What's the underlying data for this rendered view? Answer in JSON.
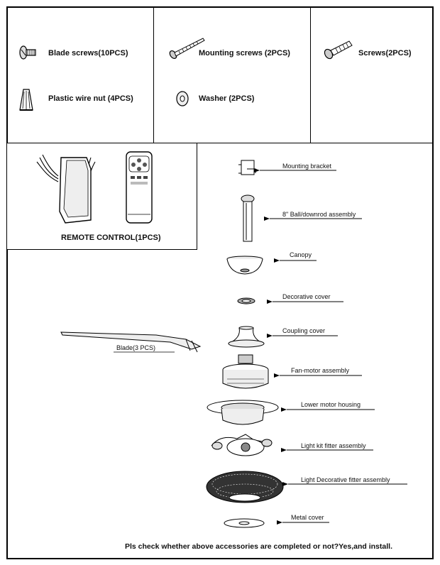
{
  "accessories": {
    "blade_screws": "Blade screws(10PCS)",
    "mounting_screws": "Mounting screws (2PCS)",
    "screws": "Screws(2PCS)",
    "wire_nut": "Plastic wire nut (4PCS)",
    "washer": "Washer (2PCS)",
    "remote": "REMOTE CONTROL(1PCS)"
  },
  "parts": {
    "mounting_bracket": "Mounting bracket",
    "downrod": "8\" Ball/downrod assembly",
    "canopy": "Canopy",
    "decorative_cover": "Decorative cover",
    "coupling_cover": "Coupling cover",
    "blade": "Blade(3 PCS)",
    "fan_motor": "Fan-motor assembly",
    "lower_housing": "Lower motor housing",
    "light_kit": "Light kit fitter assembly",
    "light_decorative": "Light Decorative fitter assembly",
    "metal_cover": "Metal cover"
  },
  "footer": {
    "note": "Pls check whether above accessories are completed or not?Yes,and install."
  },
  "icons": [
    "screw-icon",
    "wire-nut-icon",
    "long-screw-icon",
    "washer-icon",
    "short-screw-icon",
    "receiver-icon",
    "remote-icon"
  ]
}
